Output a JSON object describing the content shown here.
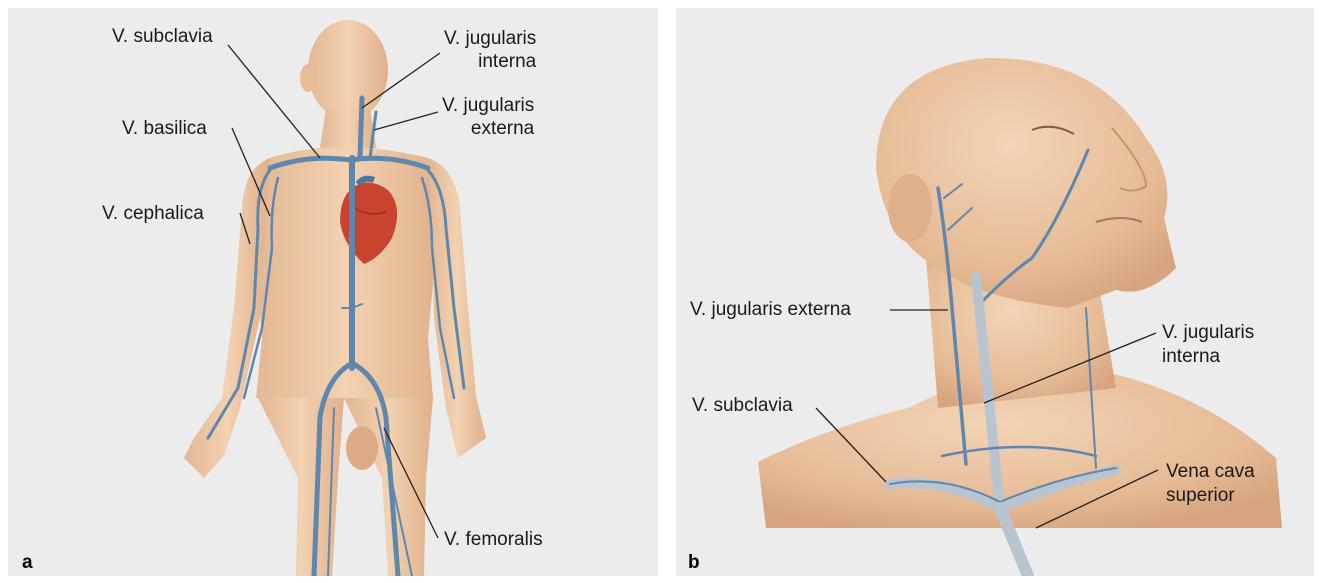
{
  "panel_a": {
    "letter": "a",
    "labels": {
      "subclavia": "V. subclavia",
      "jug_int_1": "V. jugularis",
      "jug_int_2": "interna",
      "jug_ext_1": "V. jugularis",
      "jug_ext_2": "externa",
      "basilica": "V. basilica",
      "cephalica": "V. cephalica",
      "femoralis": "V. femoralis"
    }
  },
  "panel_b": {
    "letter": "b",
    "labels": {
      "jug_ext": "V. jugularis externa",
      "jug_int_1": "V. jugularis",
      "jug_int_2": "interna",
      "subclavia": "V. subclavia",
      "cava_1": "Vena cava",
      "cava_2": "superior"
    }
  },
  "colors": {
    "panel_bg": "#ececec",
    "skin": "#efcaa6",
    "skin_shade": "#d9a882",
    "vein": "#5f87ad",
    "heart": "#c9442e",
    "leader": "#222222"
  }
}
